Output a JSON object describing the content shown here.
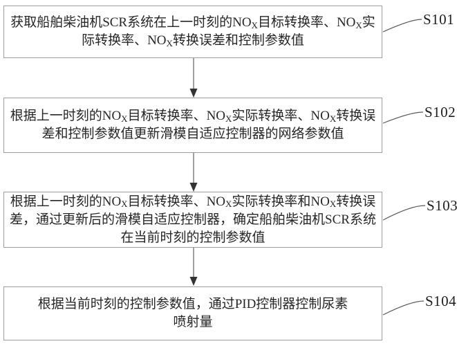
{
  "figure": {
    "type": "flowchart",
    "colors": {
      "bg": "#ffffff",
      "box_border": "#9c9c9c",
      "box_text": "#262626",
      "connector": "#6e6e6e",
      "arrowhead": "#333333",
      "leader": "#5a5a5a",
      "label_text": "#1c1c1c"
    }
  },
  "steps": [
    {
      "label": "S101",
      "lines": [
        [
          {
            "t": "获取船舶柴油机SCR系统在上一时刻的NO"
          },
          {
            "t": "X",
            "sub": true
          },
          {
            "t": "目标转换率、NO"
          },
          {
            "t": "X",
            "sub": true
          },
          {
            "t": "实"
          }
        ],
        [
          {
            "t": "际转换率、NO"
          },
          {
            "t": "X",
            "sub": true
          },
          {
            "t": "转换误差和控制参数值"
          }
        ]
      ]
    },
    {
      "label": "S102",
      "lines": [
        [
          {
            "t": "根据上一时刻的NO"
          },
          {
            "t": "X",
            "sub": true
          },
          {
            "t": "目标转换率、NO"
          },
          {
            "t": "X",
            "sub": true
          },
          {
            "t": "实际转换率、NO"
          },
          {
            "t": "X",
            "sub": true
          },
          {
            "t": "转换误"
          }
        ],
        [
          {
            "t": "差和控制参数值更新滑模自适应控制器的网络参数值"
          }
        ]
      ]
    },
    {
      "label": "S103",
      "lines": [
        [
          {
            "t": "根据上一时刻的NO"
          },
          {
            "t": "X",
            "sub": true
          },
          {
            "t": "目标转换率、NO"
          },
          {
            "t": "X",
            "sub": true
          },
          {
            "t": "实际转换率和NO"
          },
          {
            "t": "X",
            "sub": true
          },
          {
            "t": "转换误"
          }
        ],
        [
          {
            "t": "差，通过更新后的滑模自适应控制器，确定船舶柴油机SCR系统"
          }
        ],
        [
          {
            "t": "在当前时刻的控制参数值"
          }
        ]
      ]
    },
    {
      "label": "S104",
      "lines": [
        [
          {
            "t": "根据当前时刻的控制参数值，通过PID控制器控制尿素"
          }
        ],
        [
          {
            "t": "喷射量"
          }
        ]
      ]
    }
  ]
}
